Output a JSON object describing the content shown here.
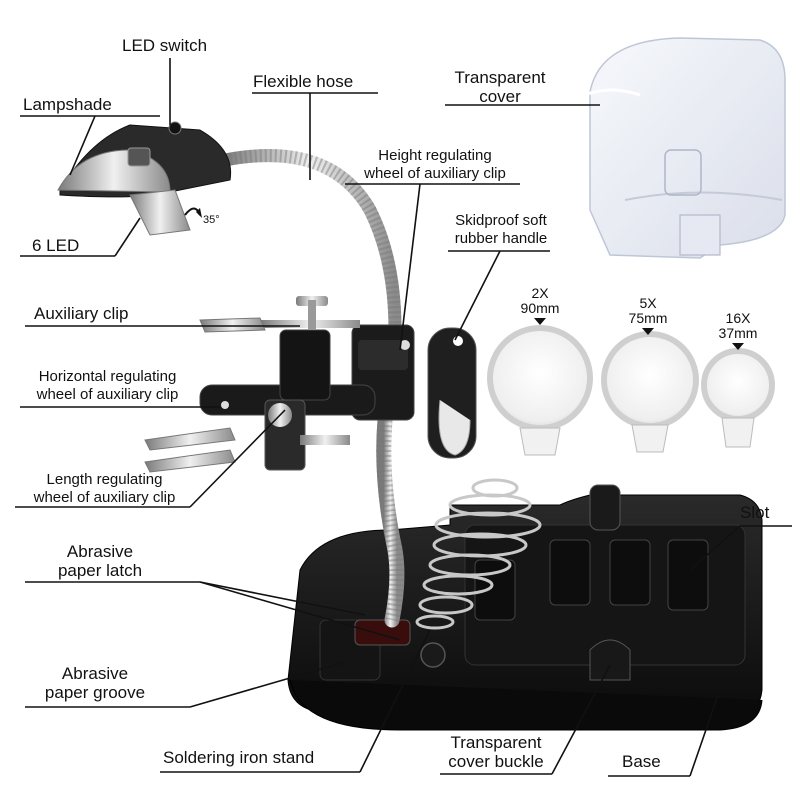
{
  "labels": {
    "led_switch": "LED switch",
    "flexible_hose": "Flexible hose",
    "lampshade": "Lampshade",
    "transparent_cover_1": "Transparent",
    "transparent_cover_2": "cover",
    "height_wheel_1": "Height regulating",
    "height_wheel_2": "wheel of auxiliary clip",
    "six_led": "6 LED",
    "rotation": "35°",
    "skidproof_1": "Skidproof soft",
    "skidproof_2": "rubber handle",
    "auxiliary_clip": "Auxiliary clip",
    "horizontal_wheel_1": "Horizontal regulating",
    "horizontal_wheel_2": "wheel of auxiliary clip",
    "length_wheel_1": "Length regulating",
    "length_wheel_2": "wheel of auxiliary clip",
    "slot": "Slot",
    "abrasive_latch_1": "Abrasive",
    "abrasive_latch_2": "paper latch",
    "abrasive_groove_1": "Abrasive",
    "abrasive_groove_2": "paper groove",
    "soldering_stand": "Soldering iron stand",
    "cover_buckle_1": "Transparent",
    "cover_buckle_2": "cover buckle",
    "base": "Base"
  },
  "magnifiers": [
    {
      "power": "2X",
      "size": "90mm"
    },
    {
      "power": "5X",
      "size": "75mm"
    },
    {
      "power": "16X",
      "size": "37mm"
    }
  ],
  "colors": {
    "body_black": "#1a1a1a",
    "metal": "#b8b8b8",
    "lens": "#f4f4f4",
    "cover": "#e4e8f2"
  }
}
